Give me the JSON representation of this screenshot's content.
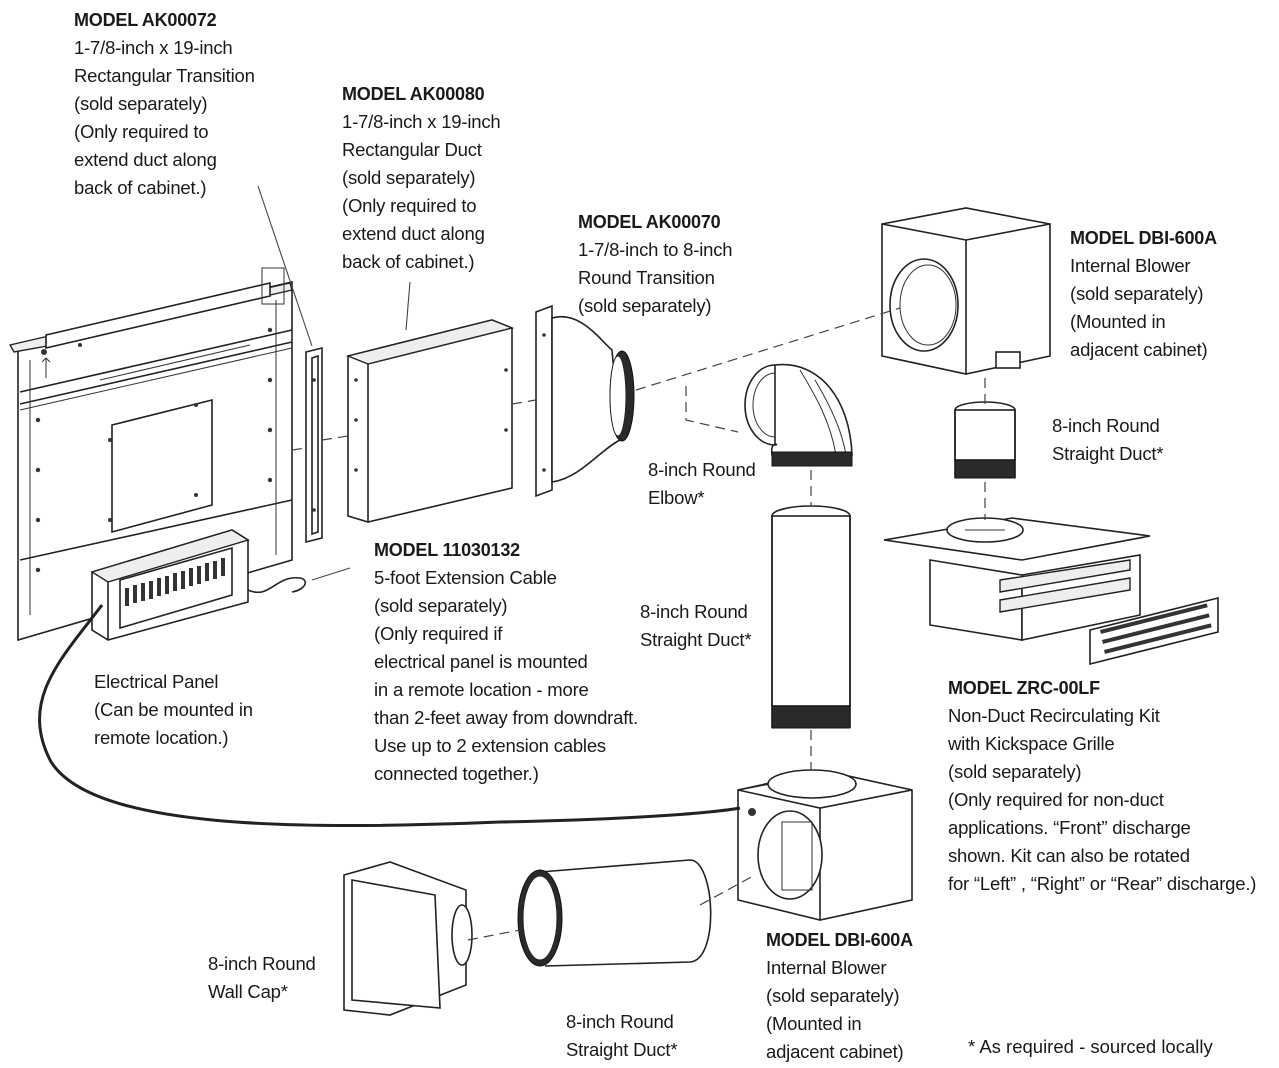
{
  "labels": {
    "ak00072": {
      "title": "MODEL AK00072",
      "lines": [
        "1-7/8-inch x 19-inch",
        "Rectangular Transition",
        "(sold separately)",
        "(Only required to",
        "extend duct along",
        "back of cabinet.)"
      ]
    },
    "ak00080": {
      "title": "MODEL AK00080",
      "lines": [
        "1-7/8-inch x 19-inch",
        "Rectangular Duct",
        "(sold separately)",
        "(Only required to",
        "extend duct along",
        "back of cabinet.)"
      ]
    },
    "ak00070": {
      "title": "MODEL AK00070",
      "lines": [
        "1-7/8-inch to 8-inch",
        "Round Transition",
        "(sold separately)"
      ]
    },
    "dbi_top": {
      "title": "MODEL DBI-600A",
      "lines": [
        "Internal Blower",
        "(sold separately)",
        "(Mounted in",
        "adjacent cabinet)"
      ]
    },
    "duct_right": {
      "lines": [
        "8-inch Round",
        "Straight Duct*"
      ]
    },
    "elbow": {
      "lines": [
        "8-inch Round",
        "Elbow*"
      ]
    },
    "cable": {
      "title": "MODEL 11030132",
      "lines": [
        "5-foot Extension Cable",
        "(sold separately)",
        "(Only required if",
        "electrical panel is mounted",
        "in a remote location - more",
        "than 2-feet away from downdraft.",
        "Use up to 2 extension cables",
        "connected together.)"
      ]
    },
    "duct_mid": {
      "lines": [
        "8-inch Round",
        "Straight Duct*"
      ]
    },
    "panel": {
      "lines": [
        "Electrical Panel",
        "(Can be mounted in",
        "remote location.)"
      ]
    },
    "zrc": {
      "title": "MODEL ZRC-00LF",
      "lines": [
        "Non-Duct Recirculating Kit",
        "with Kickspace Grille",
        "(sold separately)",
        "(Only required for non-duct",
        "applications. “Front” discharge",
        "shown. Kit can also be rotated",
        "for “Left” , “Right” or “Rear” discharge.)"
      ]
    },
    "wallcap": {
      "lines": [
        "8-inch Round",
        "Wall Cap*"
      ]
    },
    "dbi_bottom": {
      "title": "MODEL DBI-600A",
      "lines": [
        "Internal Blower",
        "(sold separately)",
        "(Mounted in",
        "adjacent cabinet)"
      ]
    },
    "duct_bottom": {
      "lines": [
        "8-inch Round",
        "Straight Duct*"
      ]
    }
  },
  "footnote": "* As required - sourced locally"
}
